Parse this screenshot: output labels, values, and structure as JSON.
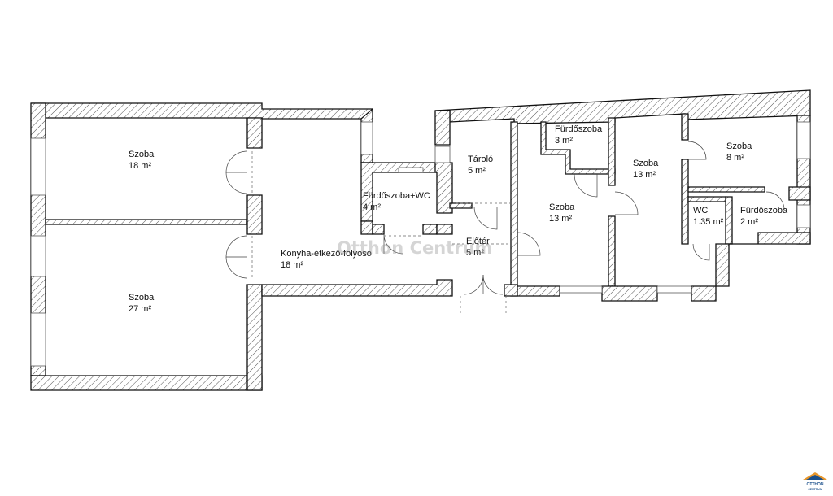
{
  "rooms": [
    {
      "name": "Szoba",
      "area": "18 m²"
    },
    {
      "name": "Szoba",
      "area": "27 m²"
    },
    {
      "name": "Konyha-étkező-folyosó",
      "area": "18 m²"
    },
    {
      "name": "Fürdőszoba+WC",
      "area": "4 m²"
    },
    {
      "name": "Tároló",
      "area": "5 m²"
    },
    {
      "name": "Előtér",
      "area": "5 m²"
    },
    {
      "name": "Szoba",
      "area": "13 m²"
    },
    {
      "name": "Fürdőszoba",
      "area": "3 m²"
    },
    {
      "name": "Szoba",
      "area": "13 m²"
    },
    {
      "name": "Szoba",
      "area": "8 m²"
    },
    {
      "name": "WC",
      "area": "1.35 m²"
    },
    {
      "name": "Fürdőszoba",
      "area": "2 m²"
    }
  ],
  "watermark": "Otthon Centrum",
  "logo": {
    "line1": "OTTHON",
    "line2": "CENTRUM"
  },
  "colors": {
    "wall_outline": "#111111",
    "hatch": "#555555",
    "watermark": "#8a8a8a",
    "logo_blue": "#1a4f8b",
    "logo_orange": "#e8962a"
  }
}
